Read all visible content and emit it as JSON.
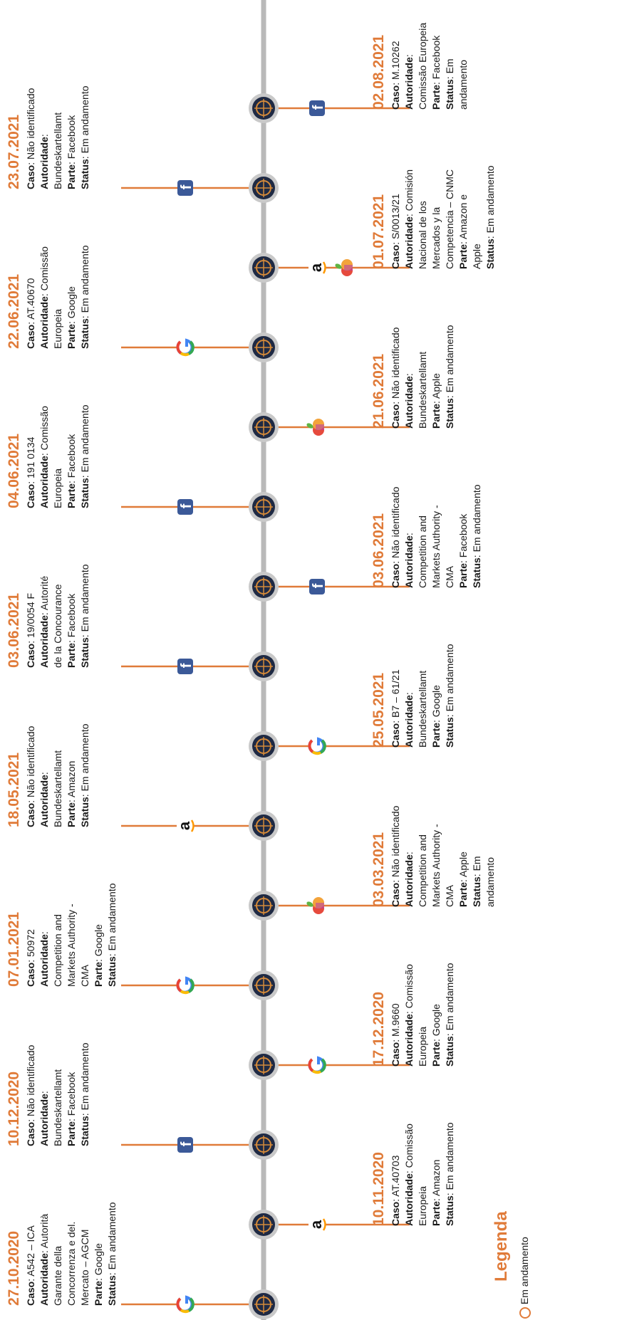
{
  "timeline": {
    "line_color": "#b9b9b9",
    "stem_color": "#e07b39",
    "date_color": "#e07b39",
    "node_outer": "#c9c9c9",
    "node_inner": "#1f2a44",
    "node_ring": "#d48a3a"
  },
  "field_labels": {
    "case": "Caso",
    "authority": "Autoridade",
    "party": "Parte",
    "status": "Status"
  },
  "events": [
    {
      "date": "27.10.2020",
      "case": "A542 – ICA",
      "authority": [
        "Autorità",
        "Garante della",
        "Concorrenza e del.",
        "Mercato – AGCM"
      ],
      "party": "Google",
      "status": [
        "Em andamento"
      ],
      "side": "left",
      "logos": [
        "google-icon"
      ]
    },
    {
      "date": "10.11.2020",
      "case": "AT.40703",
      "authority": [
        "Comissão",
        "Europeia"
      ],
      "party": "Amazon",
      "status": [
        "Em andamento"
      ],
      "side": "right",
      "logos": [
        "amazon-icon"
      ]
    },
    {
      "date": "10.12.2020",
      "case": "Não identificado",
      "authority": [
        "",
        "Bundeskartellamt"
      ],
      "party": "Facebook",
      "status": [
        "Em andamento"
      ],
      "side": "left",
      "logos": [
        "facebook-icon"
      ]
    },
    {
      "date": "17.12.2020",
      "case": "M.9660",
      "authority": [
        "Comissão",
        "Europeia"
      ],
      "party": "Google",
      "status": [
        "Em andamento"
      ],
      "side": "right",
      "logos": [
        "google-icon"
      ]
    },
    {
      "date": "07.01.2021",
      "case": "50972",
      "authority": [
        "",
        "Competition and",
        "Markets Authority -",
        "CMA"
      ],
      "party": "Google",
      "status": [
        "Em andamento"
      ],
      "side": "left",
      "logos": [
        "google-icon"
      ]
    },
    {
      "date": "03.03.2021",
      "case": "Não identificado",
      "authority": [
        "",
        "Competition and",
        "Markets Authority -",
        "CMA"
      ],
      "party": "Apple",
      "status": [
        "Em",
        "andamento"
      ],
      "side": "right",
      "logos": [
        "apple-icon"
      ]
    },
    {
      "date": "18.05.2021",
      "case": "Não identificado",
      "authority": [
        "",
        "Bundeskartellamt"
      ],
      "party": "Amazon",
      "status": [
        "Em andamento"
      ],
      "side": "left",
      "logos": [
        "amazon-icon"
      ]
    },
    {
      "date": "25.05.2021",
      "case": "B7 – 61/21",
      "authority": [
        "",
        "Bundeskartellamt"
      ],
      "party": "Google",
      "status": [
        "Em andamento"
      ],
      "side": "right",
      "logos": [
        "google-icon"
      ]
    },
    {
      "date": "03.06.2021",
      "case": "19/0054 F",
      "authority": [
        "Autorité",
        "de la Concourance"
      ],
      "party": "Facebook",
      "status": [
        "Em andamento"
      ],
      "side": "left",
      "logos": [
        "facebook-icon"
      ]
    },
    {
      "date": "03.06.2021",
      "case": "Não identificado",
      "authority": [
        "",
        "Competition and",
        "Markets Authority -",
        "CMA"
      ],
      "party": "Facebook",
      "status": [
        "Em andamento"
      ],
      "side": "right",
      "logos": [
        "facebook-icon"
      ]
    },
    {
      "date": "04.06.2021",
      "case": "191 0134",
      "authority": [
        "Comissão",
        "Europeia"
      ],
      "party": "Facebook",
      "status": [
        "Em andamento"
      ],
      "side": "left",
      "logos": [
        "facebook-icon"
      ]
    },
    {
      "date": "21.06.2021",
      "case": "Não identificado",
      "authority": [
        "",
        "Bundeskartellamt"
      ],
      "party": "Apple",
      "status": [
        "Em andamento"
      ],
      "side": "right",
      "logos": [
        "apple-icon"
      ]
    },
    {
      "date": "22.06.2021",
      "case": "AT.40670",
      "authority": [
        "Comissão",
        "Europeia"
      ],
      "party": "Google",
      "status": [
        "Em andamento"
      ],
      "side": "left",
      "logos": [
        "google-icon"
      ]
    },
    {
      "date": "01.07.2021",
      "case": "S/0013/21",
      "authority": [
        "Comisión",
        "Nacional de los",
        "Mercados y la",
        "Competencia – CNMC"
      ],
      "party": [
        "Amazon e",
        "Apple"
      ],
      "status": [
        "Em andamento"
      ],
      "side": "right",
      "logos": [
        "amazon-icon",
        "apple-icon"
      ]
    },
    {
      "date": "23.07.2021",
      "case": "Não identificado",
      "authority": [
        "",
        "Bundeskartellamt"
      ],
      "party": "Facebook",
      "status": [
        "Em andamento"
      ],
      "side": "left",
      "logos": [
        "facebook-icon"
      ]
    },
    {
      "date": "02.08.2021",
      "case": "M.10262",
      "authority": [
        "",
        "Comissão Europeia"
      ],
      "party": "Facebook",
      "status": [
        "Em",
        "andamento"
      ],
      "side": "right",
      "logos": [
        "facebook-icon"
      ]
    }
  ],
  "legend": {
    "title": "Legenda",
    "item": "Em andamento"
  }
}
